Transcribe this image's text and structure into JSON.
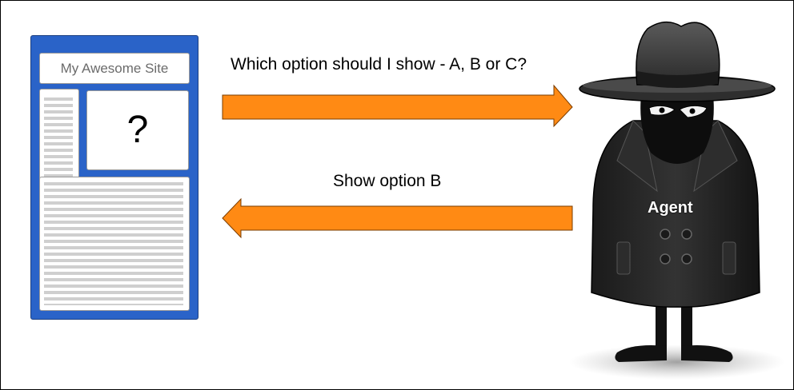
{
  "website": {
    "header_title": "My Awesome Site",
    "placeholder_symbol": "?"
  },
  "messages": {
    "request": "Which option should I show - A, B or C?",
    "response": "Show option B"
  },
  "agent": {
    "label": "Agent"
  },
  "colors": {
    "arrow_fill": "#ff8a14",
    "site_frame": "#2a63c8",
    "agent_body": "#222222"
  }
}
